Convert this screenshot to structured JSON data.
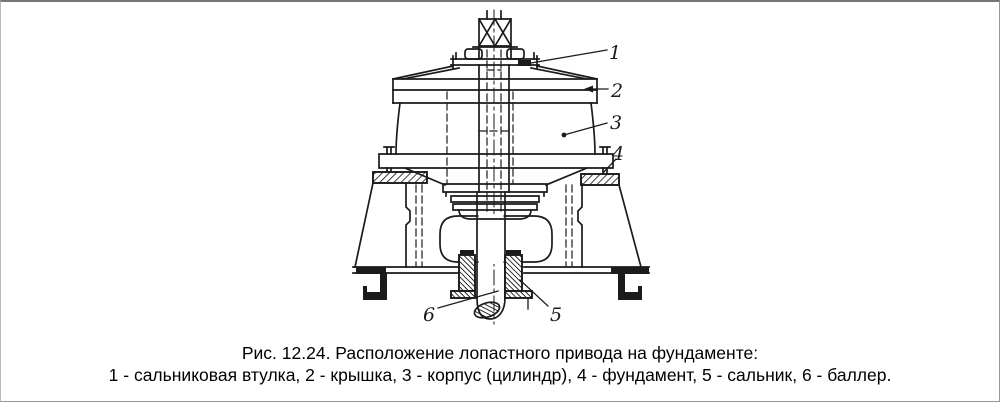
{
  "figure": {
    "figure_number": "12.24",
    "caption": {
      "title": "Рис. 12.24. Расположение лопастного привода на фундаменте:",
      "legend": "1 - сальниковая втулка, 2 - крышка, 3 - корпус (цилиндр), 4 - фундамент, 5 - сальник, 6 - баллер."
    },
    "callouts": [
      {
        "num": "1",
        "part": "сальниковая втулка"
      },
      {
        "num": "2",
        "part": "крышка"
      },
      {
        "num": "3",
        "part": "корпус (цилиндр)"
      },
      {
        "num": "4",
        "part": "фундамент"
      },
      {
        "num": "5",
        "part": "сальник"
      },
      {
        "num": "6",
        "part": "баллер"
      }
    ],
    "colors": {
      "ink": "#1b1b1b",
      "background": "#ffffff",
      "border": "#979797"
    }
  }
}
